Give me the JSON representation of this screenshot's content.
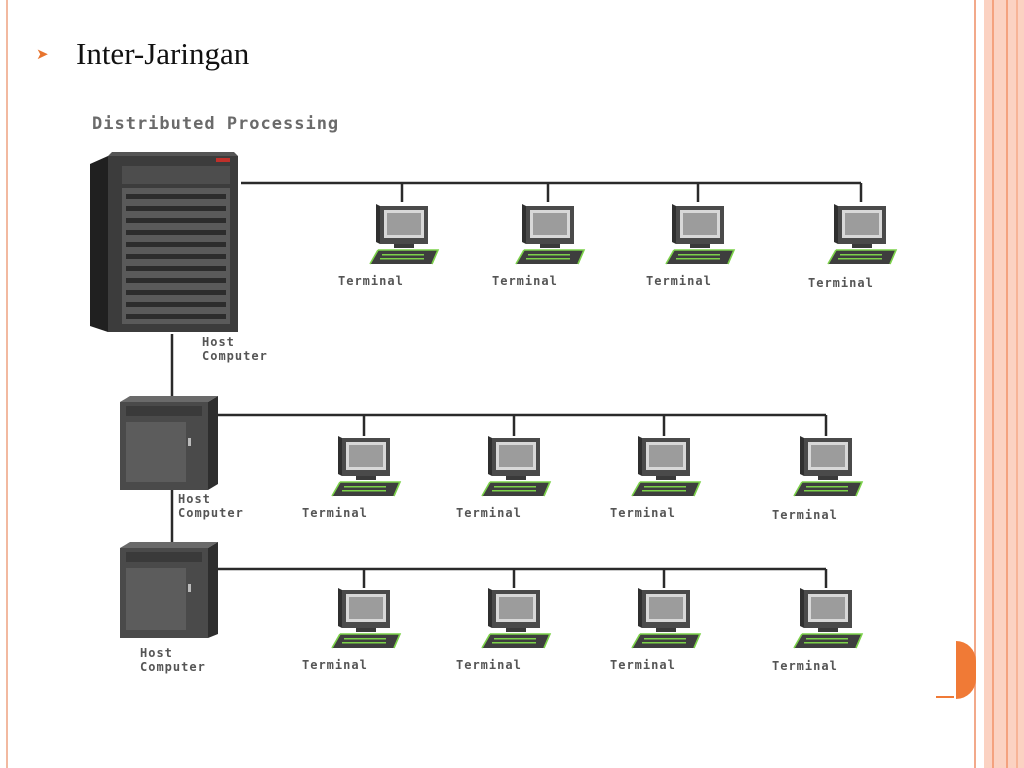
{
  "slide": {
    "bullet_text": "Inter-Jaringan",
    "accent_color": "#e8742e",
    "bullet_icon": "arrowhead-bullet-icon"
  },
  "diagram": {
    "title": "Distributed Processing",
    "host_label_line1": "Host",
    "host_label_line2": "Computer",
    "terminal_label": "Terminal",
    "hosts": [
      {
        "kind": "mainframe-server",
        "terminal_count": 4
      },
      {
        "kind": "mini-server",
        "terminal_count": 4
      },
      {
        "kind": "mini-server",
        "terminal_count": 4
      }
    ],
    "icons": [
      "server-tower-icon",
      "terminal-computer-icon"
    ]
  }
}
